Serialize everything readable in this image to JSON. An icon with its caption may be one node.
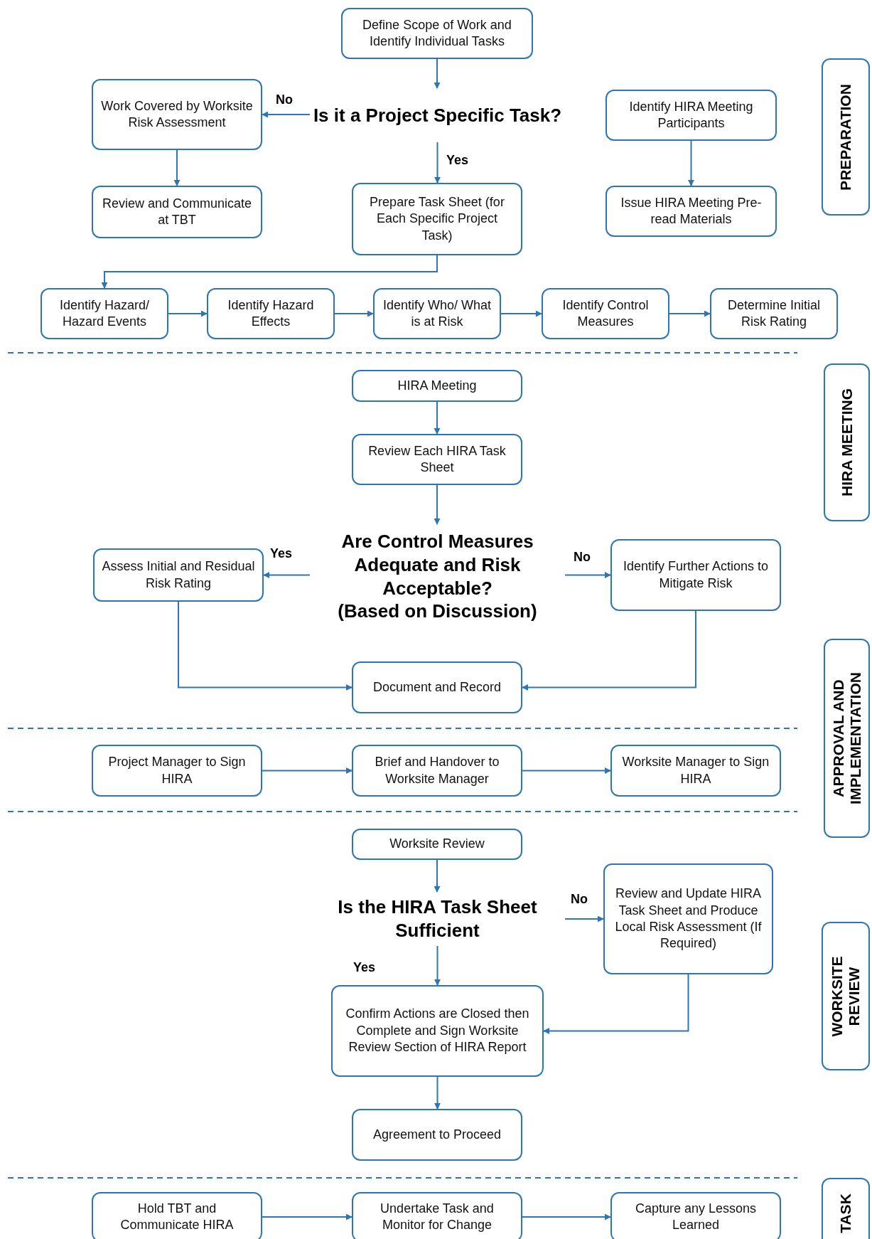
{
  "diagram": {
    "nodes": [
      {
        "text": [
          "Define Scope of Work and Identify Individual Tasks"
        ]
      },
      {
        "text": [
          "Is it a Project Specific Task?"
        ]
      },
      {
        "text": [
          "Work Covered by Worksite Risk Assessment"
        ]
      },
      {
        "text": [
          "Review and Communicate at TBT"
        ]
      },
      {
        "text": [
          "Prepare Task Sheet (for Each Specific Project Task)"
        ]
      },
      {
        "text": [
          "Identify HIRA Meeting Participants"
        ]
      },
      {
        "text": [
          "Issue HIRA Meeting Pre-read Materials"
        ]
      },
      {
        "text": [
          "Identify Hazard/ Hazard Events"
        ]
      },
      {
        "text": [
          "Identify Hazard Effects"
        ]
      },
      {
        "text": [
          "Identify Who/ What is at Risk"
        ]
      },
      {
        "text": [
          "Identify Control Measures"
        ]
      },
      {
        "text": [
          "Determine Initial Risk Rating"
        ]
      },
      {
        "text": [
          "HIRA Meeting"
        ]
      },
      {
        "text": [
          "Review Each HIRA Task Sheet"
        ]
      },
      {
        "text": [
          "Are Control Measures Adequate and Risk Acceptable?",
          "(Based on Discussion)"
        ]
      },
      {
        "text": [
          "Assess Initial and Residual Risk Rating"
        ]
      },
      {
        "text": [
          "Identify Further Actions to Mitigate Risk"
        ]
      },
      {
        "text": [
          "Document and Record"
        ]
      },
      {
        "text": [
          "Project Manager to Sign HIRA"
        ]
      },
      {
        "text": [
          "Brief and Handover to Worksite Manager"
        ]
      },
      {
        "text": [
          "Worksite Manager to Sign HIRA"
        ]
      },
      {
        "text": [
          "Worksite Review"
        ]
      },
      {
        "text": [
          "Is the HIRA Task Sheet Sufficient"
        ]
      },
      {
        "text": [
          "Review and Update HIRA Task Sheet and Produce Local Risk Assessment (If Required)"
        ]
      },
      {
        "text": [
          "Confirm Actions are Closed then Complete and Sign Worksite Review Section of HIRA Report"
        ]
      },
      {
        "text": [
          "Agreement to Proceed"
        ]
      },
      {
        "text": [
          "Hold TBT and Communicate HIRA"
        ]
      },
      {
        "text": [
          "Undertake Task and Monitor for Change"
        ]
      },
      {
        "text": [
          "Capture any Lessons Learned"
        ]
      },
      {
        "text": [
          "PREPARATION"
        ]
      },
      {
        "text": [
          "HIRA MEETING"
        ]
      },
      {
        "text": [
          "APPROVAL AND IMPLEMENTATION"
        ]
      },
      {
        "text": [
          "WORKSITE REVIEW"
        ]
      },
      {
        "text": [
          "TASK"
        ]
      }
    ],
    "edges": [
      {
        "from": 0,
        "to": 1,
        "arrow": "to"
      },
      {
        "from": 1,
        "to": 2,
        "arrow": "to",
        "label": "No"
      },
      {
        "from": 2,
        "to": 3,
        "arrow": "to"
      },
      {
        "from": 1,
        "to": 4,
        "arrow": "to",
        "label": "Yes"
      },
      {
        "from": 5,
        "to": 6,
        "arrow": "to"
      },
      {
        "from": 4,
        "to": 7,
        "arrow": "to"
      },
      {
        "from": 7,
        "to": 8,
        "arrow": "to"
      },
      {
        "from": 8,
        "to": 9,
        "arrow": "to"
      },
      {
        "from": 9,
        "to": 10,
        "arrow": "to"
      },
      {
        "from": 10,
        "to": 11,
        "arrow": "to"
      },
      {
        "from": 12,
        "to": 13,
        "arrow": "to"
      },
      {
        "from": 13,
        "to": 14,
        "arrow": "to"
      },
      {
        "from": 14,
        "to": 15,
        "arrow": "to",
        "label": "Yes"
      },
      {
        "from": 14,
        "to": 16,
        "arrow": "to",
        "label": "No"
      },
      {
        "from": 15,
        "to": 17,
        "arrow": "to"
      },
      {
        "from": 16,
        "to": 17,
        "arrow": "to"
      },
      {
        "from": 18,
        "to": 19,
        "arrow": "to"
      },
      {
        "from": 19,
        "to": 20,
        "arrow": "to"
      },
      {
        "from": 21,
        "to": 22,
        "arrow": "to"
      },
      {
        "from": 22,
        "to": 23,
        "arrow": "to",
        "label": "No"
      },
      {
        "from": 22,
        "to": 24,
        "arrow": "to",
        "label": "Yes"
      },
      {
        "from": 23,
        "to": 24,
        "arrow": "to"
      },
      {
        "from": 24,
        "to": 25,
        "arrow": "to"
      },
      {
        "from": 26,
        "to": 27,
        "arrow": "to"
      },
      {
        "from": 27,
        "to": 28,
        "arrow": "to"
      }
    ]
  }
}
